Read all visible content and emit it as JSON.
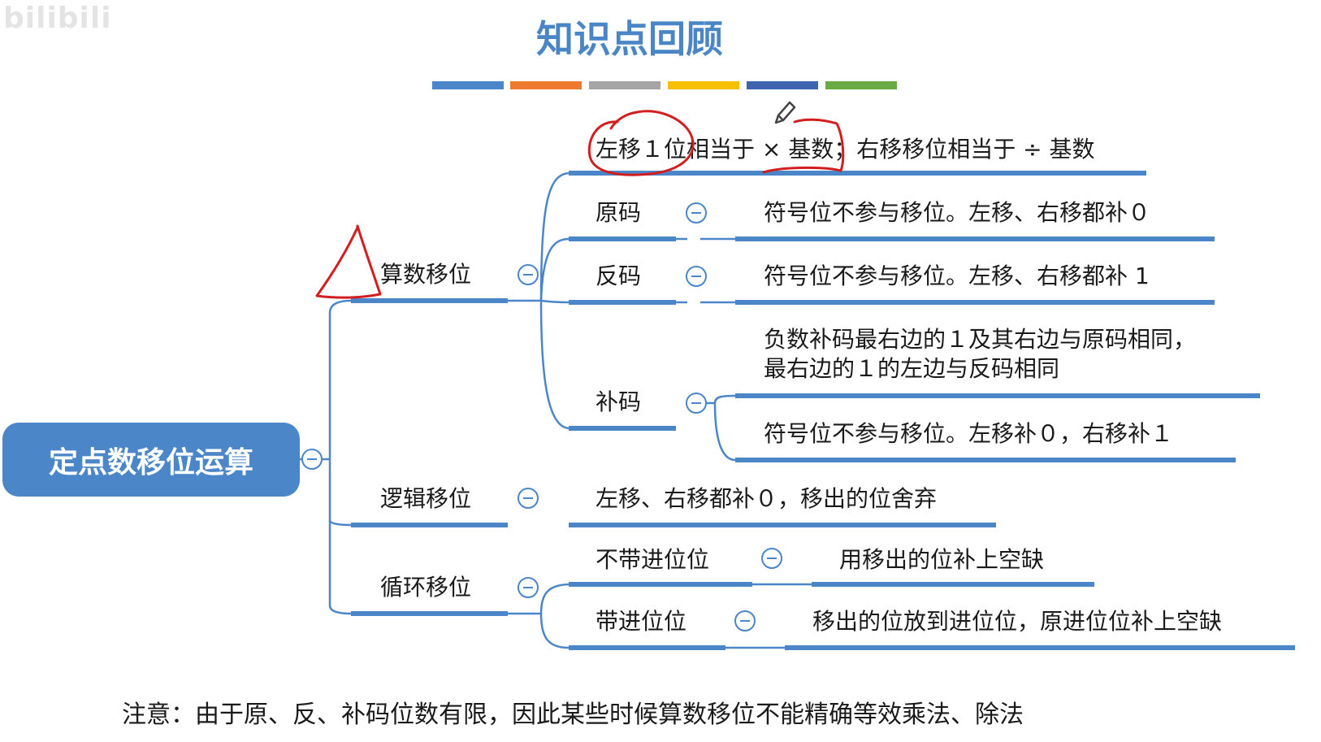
{
  "watermark": "bilibili",
  "title": "知识点回顾",
  "color_bar": [
    "#4a86c8",
    "#ee7a30",
    "#a5a5a5",
    "#f4c000",
    "#3e64b0",
    "#6aaa42"
  ],
  "root": {
    "label": "定点数移位运算"
  },
  "branches": {
    "arith": {
      "label": "算数移位",
      "top_rule": "左移１位相当于 × 基数；右移移位相当于 ÷ 基数",
      "yuanma": {
        "label": "原码",
        "desc": "符号位不参与移位。左移、右移都补０"
      },
      "fanma": {
        "label": "反码",
        "desc": "符号位不参与移位。左移、右移都补 1"
      },
      "buma": {
        "label": "补码",
        "desc1_line1": "负数补码最右边的１及其右边与原码相同，",
        "desc1_line2": "最右边的１的左边与反码相同",
        "desc2": "符号位不参与移位。左移补０，右移补１"
      }
    },
    "logic": {
      "label": "逻辑移位",
      "desc": "左移、右移都补０，移出的位舍弃"
    },
    "cyclic": {
      "label": "循环移位",
      "no_carry": {
        "label": "不带进位位",
        "desc": "用移出的位补上空缺"
      },
      "with_carry": {
        "label": "带进位位",
        "desc": "移出的位放到进位位，原进位位补上空缺"
      }
    }
  },
  "note": "注意：由于原、反、补码位数有限，因此某些时候算数移位不能精确等效乘法、除法"
}
